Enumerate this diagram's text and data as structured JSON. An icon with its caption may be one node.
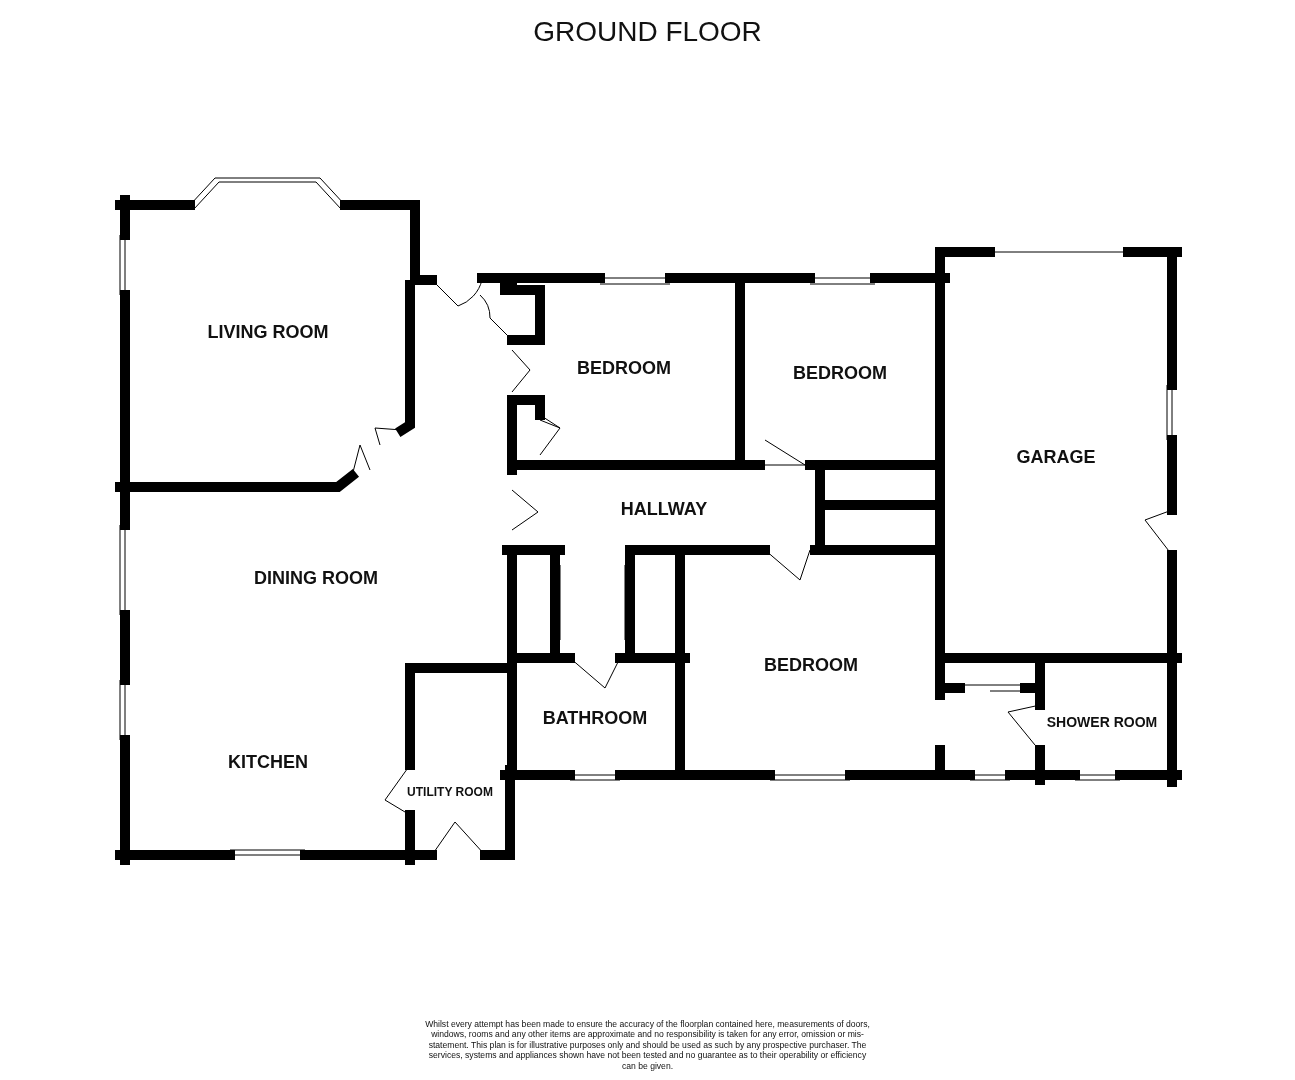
{
  "diagram": {
    "title": "GROUND FLOOR",
    "caption": "Whilst every attempt has been made to ensure the accuracy of the floorplan contained here, measurements of doors, windows, rooms and any other items are approximate and no responsibility is taken for any error, omission or mis-statement. This plan is for illustrative purposes only and should be used as such by any prospective purchaser. The services, systems and appliances shown have not been tested and no guarantee as to their operability or efficiency can be given.",
    "labels": [
      "LIVING ROOM",
      "BEDROOM",
      "BEDROOM",
      "GARAGE",
      "HALLWAY",
      "DINING ROOM",
      "BEDROOM",
      "BATHROOM",
      "SHOWER ROOM",
      "KITCHEN",
      "UTILITY ROOM"
    ]
  }
}
